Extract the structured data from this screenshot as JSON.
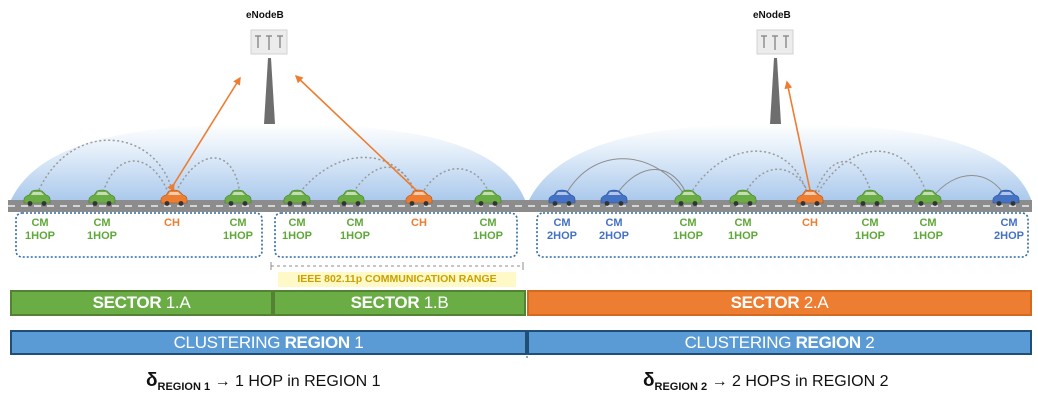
{
  "base_station": {
    "label": "eNodeB"
  },
  "vehicles": [
    {
      "type": "CM",
      "hop": "1HOP",
      "color": "#6aad45"
    },
    {
      "type": "CM",
      "hop": "1HOP",
      "color": "#6aad45"
    },
    {
      "type": "CH",
      "hop": "",
      "color": "#ed7d31"
    },
    {
      "type": "CM",
      "hop": "1HOP",
      "color": "#6aad45"
    },
    {
      "type": "CM",
      "hop": "1HOP",
      "color": "#6aad45"
    },
    {
      "type": "CM",
      "hop": "1HOP",
      "color": "#6aad45"
    },
    {
      "type": "CH",
      "hop": "",
      "color": "#ed7d31"
    },
    {
      "type": "CM",
      "hop": "1HOP",
      "color": "#6aad45"
    },
    {
      "type": "CM",
      "hop": "2HOP",
      "color": "#4472c4"
    },
    {
      "type": "CM",
      "hop": "2HOP",
      "color": "#4472c4"
    },
    {
      "type": "CM",
      "hop": "1HOP",
      "color": "#6aad45"
    },
    {
      "type": "CM",
      "hop": "1HOP",
      "color": "#6aad45"
    },
    {
      "type": "CH",
      "hop": "",
      "color": "#ed7d31"
    },
    {
      "type": "CM",
      "hop": "1HOP",
      "color": "#6aad45"
    },
    {
      "type": "CM",
      "hop": "1HOP",
      "color": "#6aad45"
    },
    {
      "type": "CM",
      "hop": "2HOP",
      "color": "#4472c4"
    }
  ],
  "range_label": "IEEE 802.11p COMMUNICATION RANGE",
  "sectors": [
    {
      "name": "SECTOR",
      "id": "1.A",
      "color": "#6aad45"
    },
    {
      "name": "SECTOR",
      "id": "1.B",
      "color": "#6aad45"
    },
    {
      "name": "SECTOR",
      "id": "2.A",
      "color": "#ed7d31"
    }
  ],
  "regions": [
    {
      "prefix": "CLUSTERING",
      "bold": "REGION",
      "num": "1",
      "color": "#5b9bd5"
    },
    {
      "prefix": "CLUSTERING",
      "bold": "REGION",
      "num": "2",
      "color": "#5b9bd5"
    }
  ],
  "formulas": [
    {
      "symbol": "δ",
      "sub": "REGION 1",
      "arrow": "→",
      "text": "1 HOP in REGION 1"
    },
    {
      "symbol": "δ",
      "sub": "REGION 2",
      "arrow": "→",
      "text": "2 HOPS in REGION 2"
    }
  ]
}
